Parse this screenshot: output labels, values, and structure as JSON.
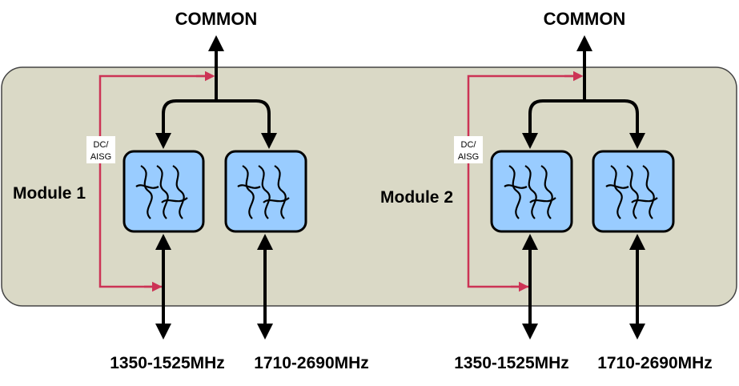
{
  "colors": {
    "panel_fill": "#dad9c6",
    "panel_stroke": "#444444",
    "filter_fill": "#99ccff",
    "filter_stroke": "#000000",
    "signal": "#000000",
    "dc_path": "#cc3355"
  },
  "modules": [
    {
      "name": "Module 1",
      "common_label": "COMMON",
      "dc_label_line1": "DC/",
      "dc_label_line2": "AISG",
      "port_low_label": "1350-1525MHz",
      "port_high_label": "1710-2690MHz"
    },
    {
      "name": "Module 2",
      "common_label": "COMMON",
      "dc_label_line1": "DC/",
      "dc_label_line2": "AISG",
      "port_low_label": "1350-1525MHz",
      "port_high_label": "1710-2690MHz"
    }
  ],
  "icons": {
    "filter": "bandpass-filter-icon"
  }
}
